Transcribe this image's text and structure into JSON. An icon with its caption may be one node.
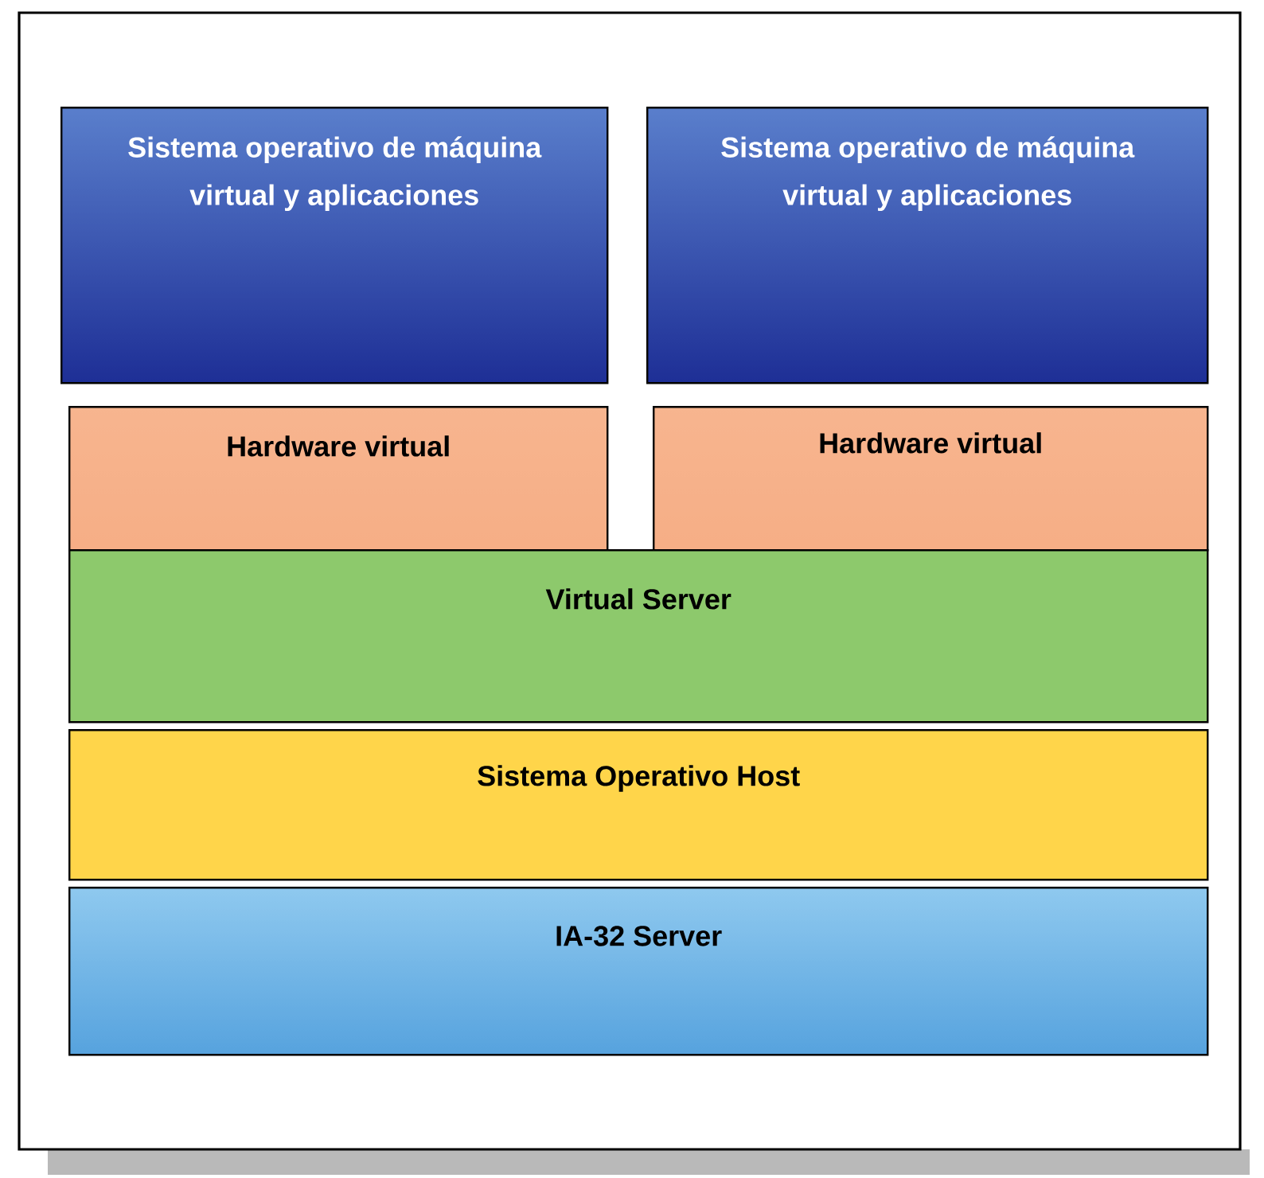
{
  "diagram": {
    "nodes": [
      {
        "text": [
          "Sistema operativo de máquina virtual y aplicaciones"
        ]
      },
      {
        "text": [
          "Sistema operativo de máquina virtual y aplicaciones"
        ]
      },
      {
        "text": [
          "Hardware virtual"
        ]
      },
      {
        "text": [
          "Hardware virtual"
        ]
      },
      {
        "text": [
          "Virtual Server"
        ]
      },
      {
        "text": [
          "Sistema Operativo Host"
        ]
      },
      {
        "text": [
          "IA-32 Server"
        ]
      }
    ]
  }
}
